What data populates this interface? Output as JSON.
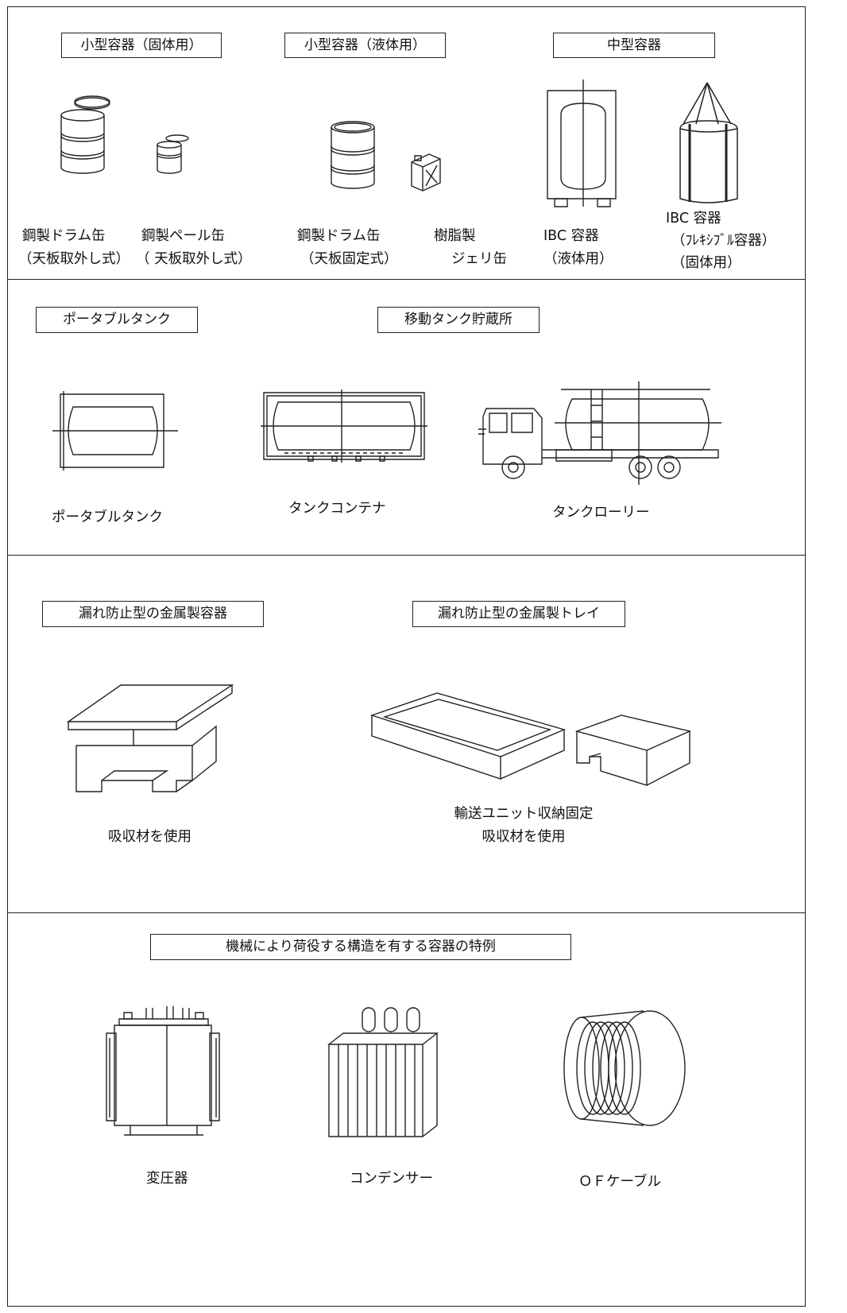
{
  "section1": {
    "heading_small_solid": "小型容器（固体用）",
    "heading_small_liquid": "小型容器（液体用）",
    "heading_medium": "中型容器",
    "drum_open_line1": "鋼製ドラム缶",
    "drum_open_line2": "（天板取外し式）",
    "pail_line1": "鋼製ペール缶",
    "pail_line2": "（ 天板取外し式）",
    "drum_fixed_line1": "鋼製ドラム缶",
    "drum_fixed_line2": "（天板固定式）",
    "jerry_line1": "樹脂製",
    "jerry_line2": "ジェリ缶",
    "ibc_liquid_line1": "IBC 容器",
    "ibc_liquid_line2": "（液体用）",
    "ibc_flex_line1": "IBC 容器",
    "ibc_flex_line2": "（ﾌﾚｷｼﾌﾞﾙ容器）",
    "ibc_flex_line3": "（固体用）"
  },
  "section2": {
    "heading_portable": "ポータブルタンク",
    "heading_mobile": "移動タンク貯蔵所",
    "portable_caption": "ポータブルタンク",
    "container_caption": "タンクコンテナ",
    "lorry_caption": "タンクローリー"
  },
  "section3": {
    "heading_container": "漏れ防止型の金属製容器",
    "heading_tray": "漏れ防止型の金属製トレイ",
    "container_caption": "吸収材を使用",
    "tray_caption_line1": "輸送ユニット収納固定",
    "tray_caption_line2": "吸収材を使用"
  },
  "section4": {
    "heading": "機械により荷役する構造を有する容器の特例",
    "transformer_caption": "変圧器",
    "condenser_caption": "コンデンサー",
    "cable_caption": "ＯＦケーブル"
  }
}
